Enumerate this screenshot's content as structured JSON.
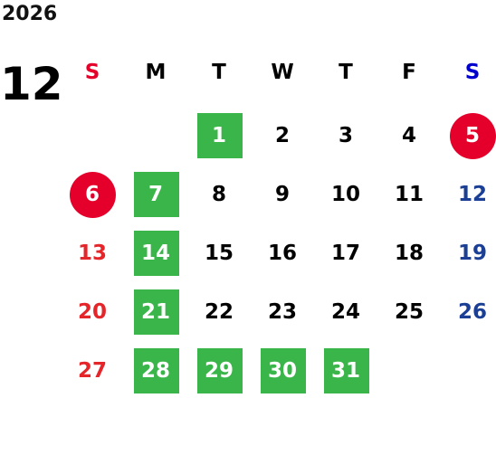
{
  "calendar": {
    "year": "2026",
    "month": "12",
    "weekdays": [
      "S",
      "M",
      "T",
      "W",
      "T",
      "F",
      "S"
    ],
    "weeks": [
      [
        "",
        "",
        "1",
        "2",
        "3",
        "4",
        "5"
      ],
      [
        "6",
        "7",
        "8",
        "9",
        "10",
        "11",
        "12"
      ],
      [
        "13",
        "14",
        "15",
        "16",
        "17",
        "18",
        "19"
      ],
      [
        "20",
        "21",
        "22",
        "23",
        "24",
        "25",
        "26"
      ],
      [
        "27",
        "28",
        "29",
        "30",
        "31",
        "",
        ""
      ]
    ],
    "green_days": [
      "1",
      "7",
      "14",
      "21",
      "28",
      "29",
      "30",
      "31"
    ],
    "circled_days": [
      "5",
      "6"
    ],
    "colors": {
      "sunday": "#e4252a",
      "saturday": "#1a3f94",
      "sunday_header": "#e4002b",
      "saturday_header": "#0000cc",
      "green_highlight": "#3ab54a",
      "red_circle": "#e4002b"
    }
  }
}
